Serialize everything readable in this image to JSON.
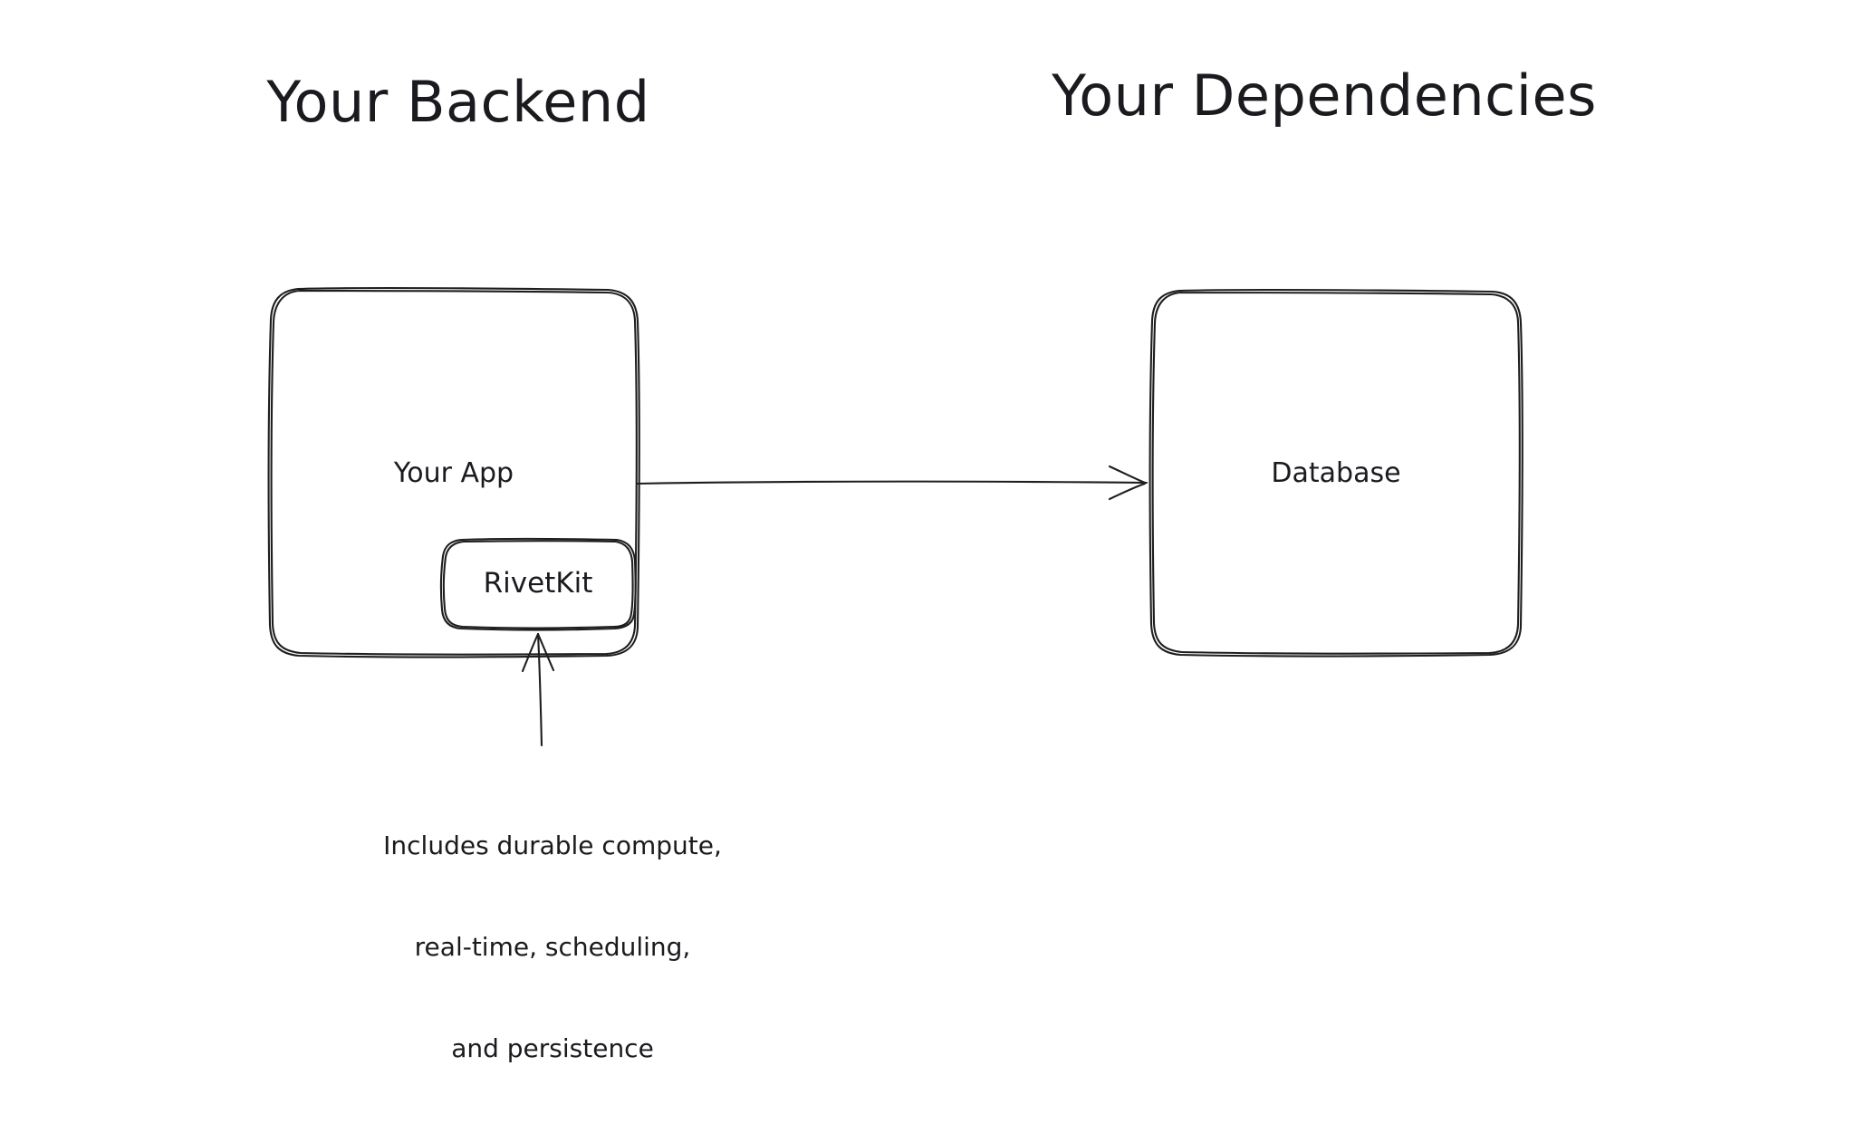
{
  "diagram": {
    "background_color": "#ffffff",
    "stroke_color": "#1e1e1e",
    "text_color": "#1b1b1f",
    "groups": [
      {
        "id": "backend",
        "title": "Your Backend"
      },
      {
        "id": "dependencies",
        "title": "Your Dependencies"
      }
    ],
    "nodes": [
      {
        "id": "your-app",
        "label": "Your App"
      },
      {
        "id": "rivetkit",
        "label": "RivetKit"
      },
      {
        "id": "database",
        "label": "Database"
      }
    ],
    "annotations": [
      {
        "id": "rivetkit-note",
        "lines": [
          "Includes durable compute,",
          "real-time, scheduling,",
          "and persistence"
        ]
      }
    ],
    "edges": [
      {
        "id": "app-to-database",
        "from": "your-app",
        "to": "database",
        "arrowhead": "open"
      },
      {
        "id": "note-to-rivetkit",
        "from": "rivetkit-note",
        "to": "rivetkit",
        "arrowhead": "open"
      }
    ]
  }
}
